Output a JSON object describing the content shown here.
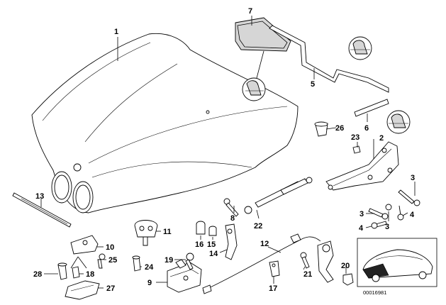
{
  "diagram": {
    "image_code": "00016981",
    "callouts": [
      "1",
      "2",
      "3",
      "3",
      "3",
      "4",
      "4",
      "5",
      "6",
      "7",
      "8",
      "9",
      "10",
      "11",
      "12",
      "13",
      "14",
      "15",
      "16",
      "17",
      "18",
      "19",
      "20",
      "21",
      "22",
      "23",
      "24",
      "25",
      "26",
      "27",
      "28"
    ]
  }
}
